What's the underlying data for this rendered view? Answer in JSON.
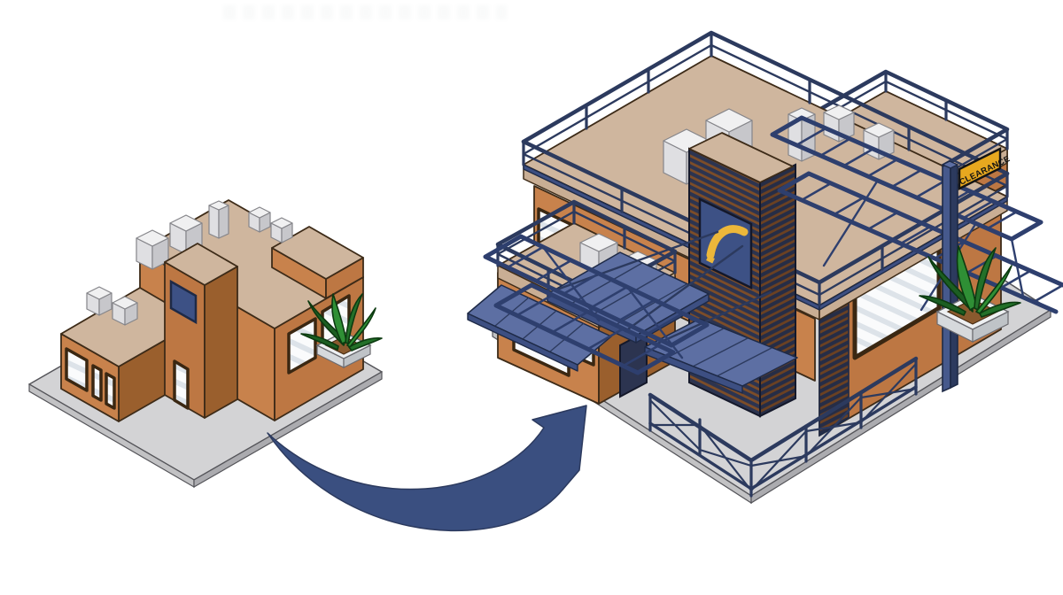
{
  "scene": {
    "description": "Isometric before-and-after illustration: a small orange commercial building on a gray pad is transformed (curved arrow) into a larger two-story building with blue steel pergolas, roof-deck railings, a louvered tower with yellow arc logo, X-braced fencing, agave planters and a CLEARANCE sign.",
    "background_color": "#ffffff"
  },
  "left_building": {
    "label": "small building (before)",
    "wall_color": "#bd7743",
    "roof_color": "#cfb69e",
    "platform_color": "#d3d3d5",
    "accent_window_color": "#3d5185",
    "rooftop_units": 7,
    "windows": 6
  },
  "arrow": {
    "label": "transformation arrow",
    "direction": "left-to-right",
    "color": "#3a4f80"
  },
  "right_building": {
    "label": "expanded building (after)",
    "wall_color": "#bd7743",
    "structure_color": "#3d4f82",
    "canopy_color": "#5d6fa3",
    "louver_colors": [
      "#2c3450",
      "#7d4d28"
    ],
    "rooftop_units": 7,
    "tower_logo": {
      "label": "yellow arc logo",
      "color": "#ecb73a",
      "panel_color": "#3d5185"
    },
    "sign": {
      "label": "CLEARANCE",
      "plate_color": "#e7a81f",
      "post_color": "#46598c",
      "text_color": "#141414"
    }
  },
  "plants": {
    "type": "agave in square planter",
    "count": 2,
    "leaf_color": "#2f8f35",
    "planter_color": "#eef0f2"
  },
  "palette": {
    "orange_wall": "#bd7743",
    "dark_orange": "#9a5f2d",
    "tan_roof": "#cfb69e",
    "navy_structure": "#2c3a5e",
    "steel_blue": "#3d4f82",
    "light_blue_deck": "#5d6fa3",
    "platform_gray": "#d3d3d5",
    "hvac_gray": "#e8e8ea",
    "sign_yellow": "#e7a81f",
    "logo_yellow": "#ecb73a",
    "leaf_green": "#2f8f35"
  }
}
